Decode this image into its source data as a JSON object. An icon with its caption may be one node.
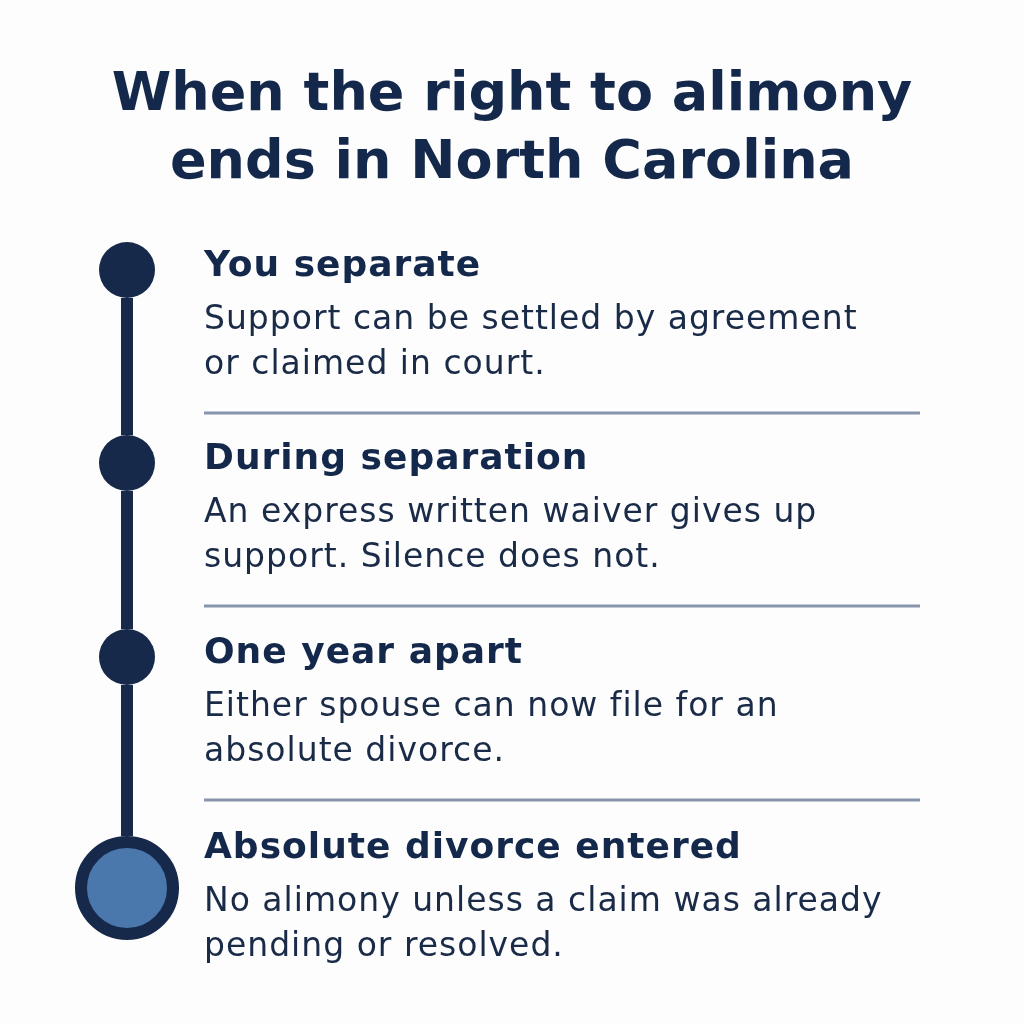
{
  "diagram": {
    "title": "When the right to alimony ends in North Carolina",
    "nodes": [
      {
        "text": [],
        "shape": "circle",
        "beside": [
          "You separate",
          "Support can be settled by agreement or claimed in court."
        ]
      },
      {
        "text": [],
        "shape": "circle",
        "beside": [
          "During separation",
          "An express written waiver gives up support. Silence does not."
        ]
      },
      {
        "text": [],
        "shape": "circle",
        "beside": [
          "One year apart",
          "Either spouse can now file for an absolute divorce."
        ]
      },
      {
        "text": [],
        "shape": "circle",
        "beside": [
          "Absolute divorce entered",
          "No alimony unless a claim was already pending or resolved."
        ]
      }
    ],
    "edges": [
      {
        "from": 0,
        "to": 1,
        "arrow": "none"
      },
      {
        "from": 1,
        "to": 2,
        "arrow": "none"
      },
      {
        "from": 2,
        "to": 3,
        "arrow": "none"
      }
    ]
  }
}
